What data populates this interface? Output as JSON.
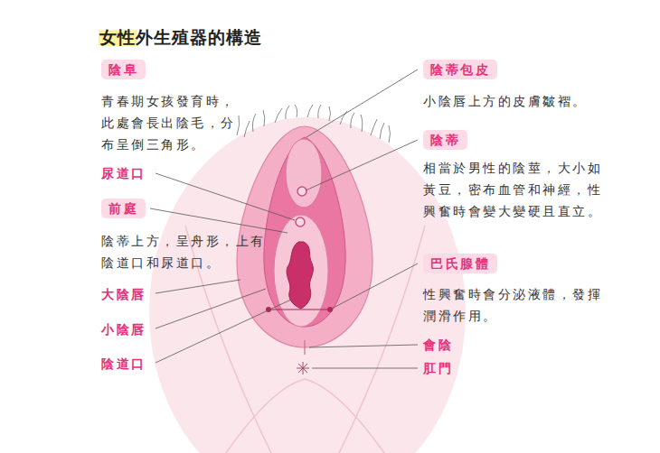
{
  "diagram": {
    "title": "女性外生殖器的構造",
    "nodes": [
      {
        "text": [
          "陰阜"
        ]
      },
      {
        "text": [
          "陰蒂包皮"
        ]
      },
      {
        "text": [
          "陰蒂"
        ]
      },
      {
        "text": [
          "前庭"
        ]
      },
      {
        "text": [
          "巴氏腺體"
        ]
      }
    ],
    "labels": [
      "青春期女孩發育時，此處會長出陰毛，分布呈倒三角形。",
      "小陰唇上方的皮膚皺褶。",
      "相當於男性的陰莖，大小如黃豆，密布血管和神經，性興奮時會變大變硬且直立。",
      "尿道口",
      "陰蒂上方，呈舟形，上有陰道口和尿道口。",
      "性興奮時會分泌液體，發揮潤滑作用。",
      "大陰唇",
      "小陰唇",
      "會陰",
      "陰道口",
      "肛門"
    ]
  }
}
